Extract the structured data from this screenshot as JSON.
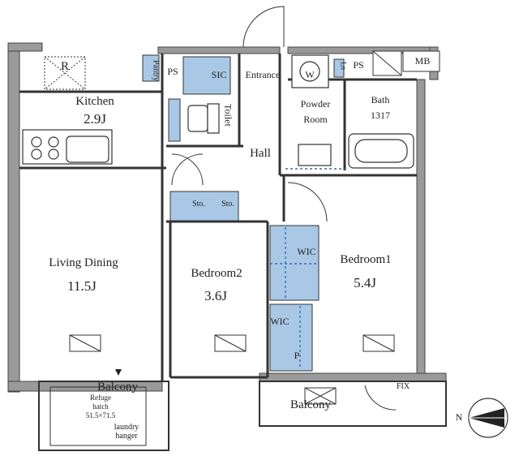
{
  "rooms": {
    "kitchen": {
      "name": "Kitchen",
      "size": "2.9J"
    },
    "living": {
      "name": "Living Dining",
      "size": "11.5J"
    },
    "bedroom2": {
      "name": "Bedroom2",
      "size": "3.6J"
    },
    "bedroom1": {
      "name": "Bedroom1",
      "size": "5.4J"
    },
    "bath": {
      "name": "Bath",
      "size": "1317"
    },
    "powder": {
      "line1": "Powder",
      "line2": "Room"
    },
    "hall": "Hall",
    "entrance": "Entrance",
    "toilet": "Toilet",
    "balcony_left": "Balcony",
    "balcony_right": "Balcony"
  },
  "fixtures": {
    "refrigerator": "R",
    "pantry": "Pantry",
    "ps_left": "PS",
    "sic": "SIC",
    "ps_right": "PS",
    "mb": "MB",
    "washer": "W",
    "ln": "Ln",
    "sto1": "Sto.",
    "sto2": "Sto.",
    "wic_upper": "WIC",
    "wic_lower": "WIC",
    "p": "P",
    "fix": "FIX",
    "refuge_hatch": {
      "line1": "Refuge",
      "line2": "hatch",
      "line3": "51.5×71.5"
    },
    "laundry_hanger": {
      "line1": "laundry",
      "line2": "hanger"
    }
  },
  "compass": {
    "north": "N"
  },
  "colors": {
    "wall": "#8a8a8a",
    "line": "#333333",
    "storage": "#a9c8e6",
    "dash": "#3a6fb0"
  }
}
